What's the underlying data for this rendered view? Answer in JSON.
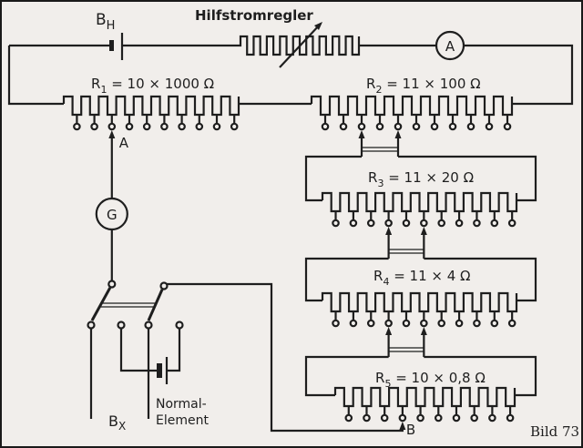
{
  "figure": {
    "caption": "Bild 73",
    "title": "Kompensationsschaltung (Potentiometer)"
  },
  "labels": {
    "battery_main": {
      "main": "B",
      "sub": "H"
    },
    "rheostat": "Hilfstromregler",
    "ammeter": "A",
    "galvanometer": "G",
    "tap_a": "A",
    "tap_b": "B",
    "battery_x": {
      "main": "B",
      "sub": "X"
    },
    "normal_element_line1": "Normal-",
    "normal_element_line2": "Element"
  },
  "resistors": [
    {
      "id": "R1",
      "main": "R",
      "sub": "1",
      "value": " = 10 × 1000 Ω",
      "steps": 10,
      "step_ohm": 1000,
      "taps": 10,
      "slider_tap": 3
    },
    {
      "id": "R2",
      "main": "R",
      "sub": "2",
      "value": " = 11 × 100 Ω",
      "steps": 11,
      "step_ohm": 100,
      "taps": 11,
      "slider_taps": [
        3,
        5
      ]
    },
    {
      "id": "R3",
      "main": "R",
      "sub": "3",
      "value": " = 11 × 20 Ω",
      "steps": 11,
      "step_ohm": 20,
      "taps": 11,
      "slider_taps": [
        4,
        6
      ]
    },
    {
      "id": "R4",
      "main": "R",
      "sub": "4",
      "value": " = 11 × 4 Ω",
      "steps": 11,
      "step_ohm": 4,
      "taps": 11,
      "slider_taps": [
        4,
        6
      ]
    },
    {
      "id": "R5",
      "main": "R",
      "sub": "5",
      "value": " = 10 × 0,8 Ω",
      "steps": 10,
      "step_ohm": 0.8,
      "taps": 10,
      "slider_tap": 4
    }
  ],
  "colors": {
    "ink": "#1e1e1e",
    "paper": "#f1eeeb"
  }
}
